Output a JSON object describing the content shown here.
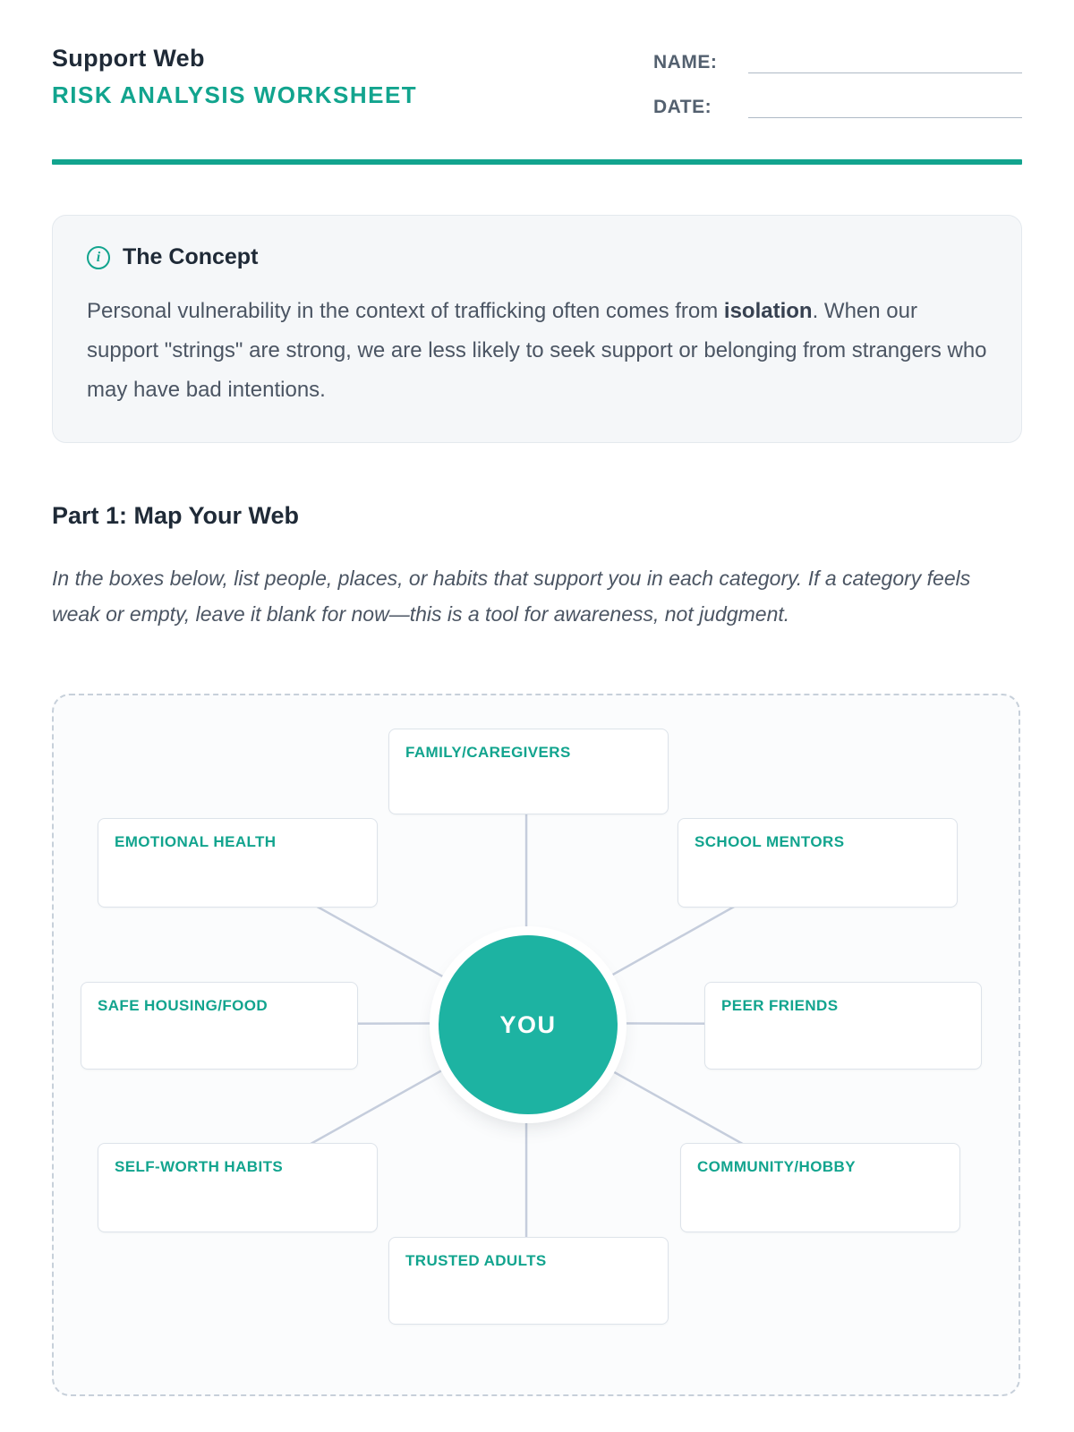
{
  "header": {
    "title": "Support Web",
    "subtitle": "RISK ANALYSIS WORKSHEET",
    "name_label": "NAME:",
    "date_label": "DATE:",
    "name_value": "",
    "date_value": ""
  },
  "concept": {
    "icon": "i",
    "heading": "The Concept",
    "text_before": "Personal vulnerability in the context of trafficking often comes from ",
    "text_bold": "isolation",
    "text_after": ". When our support \"strings\" are strong, we are less likely to seek support or belonging from strangers who may have bad intentions."
  },
  "part1": {
    "heading": "Part 1: Map Your Web",
    "instructions": "In the boxes below, list people, places, or habits that support you in each category. If a category feels weak or empty, leave it blank for now—this is a tool for awareness, not judgment."
  },
  "diagram": {
    "center_label": "YOU",
    "nodes": [
      {
        "id": "family-caregivers",
        "label": "FAMILY/CAREGIVERS"
      },
      {
        "id": "emotional-health",
        "label": "EMOTIONAL HEALTH"
      },
      {
        "id": "school-mentors",
        "label": "SCHOOL MENTORS"
      },
      {
        "id": "safe-housing-food",
        "label": "SAFE HOUSING/FOOD"
      },
      {
        "id": "peer-friends",
        "label": "PEER FRIENDS"
      },
      {
        "id": "self-worth-habits",
        "label": "SELF-WORTH HABITS"
      },
      {
        "id": "community-hobby",
        "label": "COMMUNITY/HOBBY"
      },
      {
        "id": "trusted-adults",
        "label": "TRUSTED ADULTS"
      }
    ],
    "colors": {
      "accent": "#12a48e",
      "circle_fill": "#1db3a2",
      "spoke_line": "#c5cddc"
    }
  }
}
